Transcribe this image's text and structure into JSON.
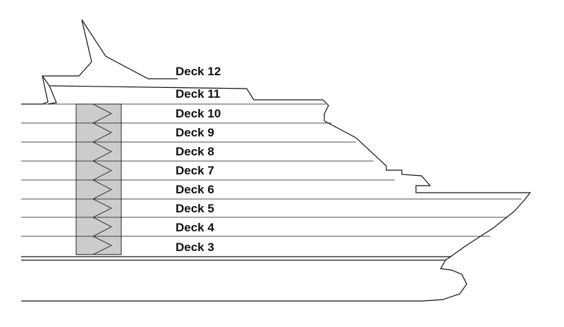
{
  "ship": {
    "hull_color": "#ffffff",
    "outline_color": "#111111",
    "stair_color": "#cccccc"
  },
  "decks": [
    {
      "label": "Deck 12"
    },
    {
      "label": "Deck 11"
    },
    {
      "label": "Deck 10"
    },
    {
      "label": "Deck 9"
    },
    {
      "label": "Deck 8"
    },
    {
      "label": "Deck 7"
    },
    {
      "label": "Deck 6"
    },
    {
      "label": "Deck 5"
    },
    {
      "label": "Deck 4"
    },
    {
      "label": "Deck 3"
    }
  ]
}
